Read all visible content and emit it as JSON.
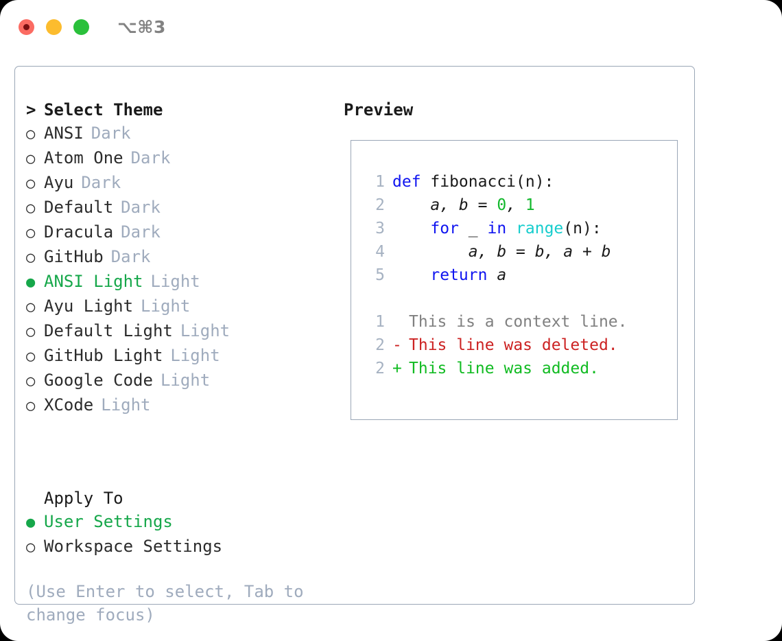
{
  "window": {
    "titlebar": {
      "shortcut_badge": "⌥⌘3",
      "traffic_lights": [
        "close",
        "minimize",
        "maximize"
      ]
    }
  },
  "theme_picker": {
    "heading": "Select Theme",
    "heading_caret": ">",
    "radio_selected_glyph": "●",
    "radio_unselected_glyph": "○",
    "accent_color": "#16a74a",
    "tag_color": "#9fabbd",
    "items": [
      {
        "name": "ANSI",
        "tag": "Dark",
        "selected": false
      },
      {
        "name": "Atom One",
        "tag": "Dark",
        "selected": false
      },
      {
        "name": "Ayu",
        "tag": "Dark",
        "selected": false
      },
      {
        "name": "Default",
        "tag": "Dark",
        "selected": false
      },
      {
        "name": "Dracula",
        "tag": "Dark",
        "selected": false
      },
      {
        "name": "GitHub",
        "tag": "Dark",
        "selected": false
      },
      {
        "name": "ANSI Light",
        "tag": "Light",
        "selected": true
      },
      {
        "name": "Ayu Light",
        "tag": "Light",
        "selected": false
      },
      {
        "name": "Default Light",
        "tag": "Light",
        "selected": false
      },
      {
        "name": "GitHub Light",
        "tag": "Light",
        "selected": false
      },
      {
        "name": "Google Code",
        "tag": "Light",
        "selected": false
      },
      {
        "name": "XCode",
        "tag": "Light",
        "selected": false
      }
    ]
  },
  "apply_to": {
    "heading": "Apply To",
    "options": [
      {
        "label": "User Settings",
        "selected": true
      },
      {
        "label": "Workspace Settings",
        "selected": false
      }
    ]
  },
  "hint": "(Use Enter to select, Tab to change focus)",
  "preview": {
    "title": "Preview",
    "code": {
      "lines": [
        {
          "num": "1",
          "tokens": [
            {
              "text": "def ",
              "cls": "tok-kw"
            },
            {
              "text": "fibonacci",
              "cls": "tok-fn"
            },
            {
              "text": "(n):",
              "cls": "tok-id"
            }
          ]
        },
        {
          "num": "2",
          "tokens": [
            {
              "text": "    a, b = ",
              "cls": "tok-plain"
            },
            {
              "text": "0",
              "cls": "tok-num"
            },
            {
              "text": ", ",
              "cls": "tok-plain"
            },
            {
              "text": "1",
              "cls": "tok-num"
            }
          ]
        },
        {
          "num": "3",
          "tokens": [
            {
              "text": "    ",
              "cls": "tok-plain"
            },
            {
              "text": "for",
              "cls": "tok-kw"
            },
            {
              "text": " _ ",
              "cls": "tok-plain"
            },
            {
              "text": "in",
              "cls": "tok-kw"
            },
            {
              "text": " ",
              "cls": "tok-plain"
            },
            {
              "text": "range",
              "cls": "tok-call"
            },
            {
              "text": "(n):",
              "cls": "tok-id"
            }
          ]
        },
        {
          "num": "4",
          "tokens": [
            {
              "text": "        a, b = b, a + b",
              "cls": "tok-plain"
            }
          ]
        },
        {
          "num": "5",
          "tokens": [
            {
              "text": "    ",
              "cls": "tok-plain"
            },
            {
              "text": "return",
              "cls": "tok-kw"
            },
            {
              "text": " a",
              "cls": "tok-plain"
            }
          ]
        }
      ]
    },
    "diff": {
      "lines": [
        {
          "num": "1",
          "sign": " ",
          "text": "This is a context line.",
          "kind": "diff-ctx"
        },
        {
          "num": "2",
          "sign": "-",
          "text": "This line was deleted.",
          "kind": "diff-del"
        },
        {
          "num": "2",
          "sign": "+",
          "text": "This line was added.",
          "kind": "diff-add"
        }
      ]
    }
  }
}
